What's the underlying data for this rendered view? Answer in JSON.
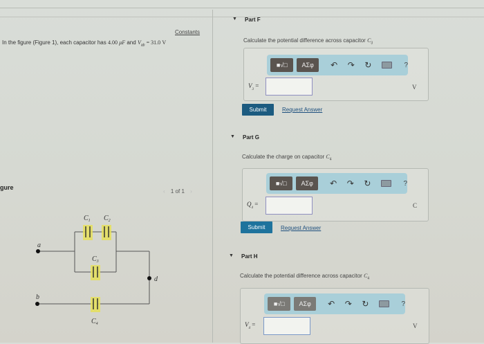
{
  "problem": {
    "intro_prefix": "In the figure (Figure 1), each capacitor has",
    "capacitance": "4.00",
    "capacitance_unit": "μF",
    "and": "and",
    "voltage_label": "V",
    "voltage_sub": "ab",
    "voltage_eq": "= 31.0",
    "voltage_unit": "V",
    "constants_link": "Constants"
  },
  "figure": {
    "label": "gure",
    "pager": "1 of 1",
    "prev_arrow": "‹",
    "next_arrow": "›",
    "circuit": {
      "node_a": "a",
      "node_b": "b",
      "node_d": "d",
      "c1": "C",
      "c1_sub": "1",
      "c2": "C",
      "c2_sub": "2",
      "c3": "C",
      "c3_sub": "3",
      "c4": "C",
      "c4_sub": "4"
    }
  },
  "toolbar": {
    "template_btn": "■√□",
    "greek_btn": "ΑΣφ",
    "undo": "↶",
    "redo": "↷",
    "reset": "↻",
    "help": "?"
  },
  "parts": [
    {
      "title": "Part F",
      "question": "Calculate the potential difference across capacitor",
      "question_var": "C",
      "question_sub": "3",
      "answer_var": "V",
      "answer_sub": "3",
      "answer_eq": "=",
      "answer_value": "",
      "unit": "V",
      "submit": "Submit",
      "request": "Request Answer"
    },
    {
      "title": "Part G",
      "question": "Calculate the charge on capacitor",
      "question_var": "C",
      "question_sub": "4",
      "answer_var": "Q",
      "answer_sub": "4",
      "answer_eq": "=",
      "answer_value": "",
      "unit": "C",
      "submit": "Submit",
      "request": "Request Answer"
    },
    {
      "title": "Part H",
      "question": "Calculate the potential difference across capacitor",
      "question_var": "C",
      "question_sub": "4",
      "answer_var": "V",
      "answer_sub": "4",
      "answer_eq": "=",
      "answer_value": "",
      "unit": "V"
    }
  ],
  "colors": {
    "submit": "#1c5b80",
    "toolbar_bg": "#a9cfd9",
    "toolbar_btn": "#5a544f",
    "link": "#1d4f7e",
    "cap_highlight": "#e6e05a"
  }
}
